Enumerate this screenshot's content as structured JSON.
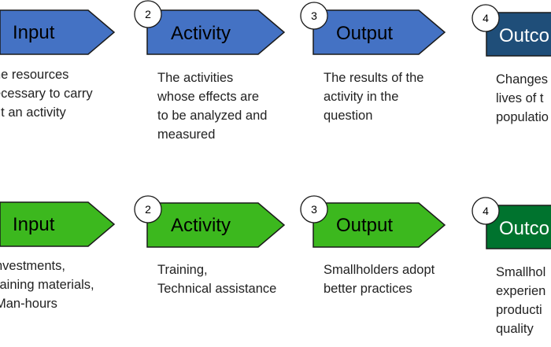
{
  "colors": {
    "blue": "#4472C4",
    "dark_blue": "#1F4E79",
    "green": "#3CB81E",
    "dark_green": "#00732E",
    "outline": "#1a1a1a"
  },
  "rows": [
    {
      "steps": [
        {
          "label": "Input",
          "number": "",
          "desc": [
            "he resources",
            "ecessary to carry",
            "ut an activity"
          ]
        },
        {
          "label": "Activity",
          "number": "2",
          "desc": [
            "The activities",
            "whose effects are",
            "to be analyzed and",
            "measured"
          ]
        },
        {
          "label": "Output",
          "number": "3",
          "desc": [
            "The results of the",
            "activity in the",
            "question"
          ]
        },
        {
          "label": "Outco",
          "number": "4",
          "desc": [
            "Changes",
            "lives of t",
            "populatio"
          ]
        }
      ]
    },
    {
      "steps": [
        {
          "label": "Input",
          "number": "",
          "desc": [
            "nvestments,",
            "raining materials,",
            "Man-hours"
          ]
        },
        {
          "label": "Activity",
          "number": "2",
          "desc": [
            "Training,",
            "Technical assistance"
          ]
        },
        {
          "label": "Output",
          "number": "3",
          "desc": [
            "Smallholders adopt",
            "better practices"
          ]
        },
        {
          "label": "Outco",
          "number": "4",
          "desc": [
            "Smallhol",
            "experien",
            "producti",
            "quality"
          ]
        }
      ]
    }
  ]
}
